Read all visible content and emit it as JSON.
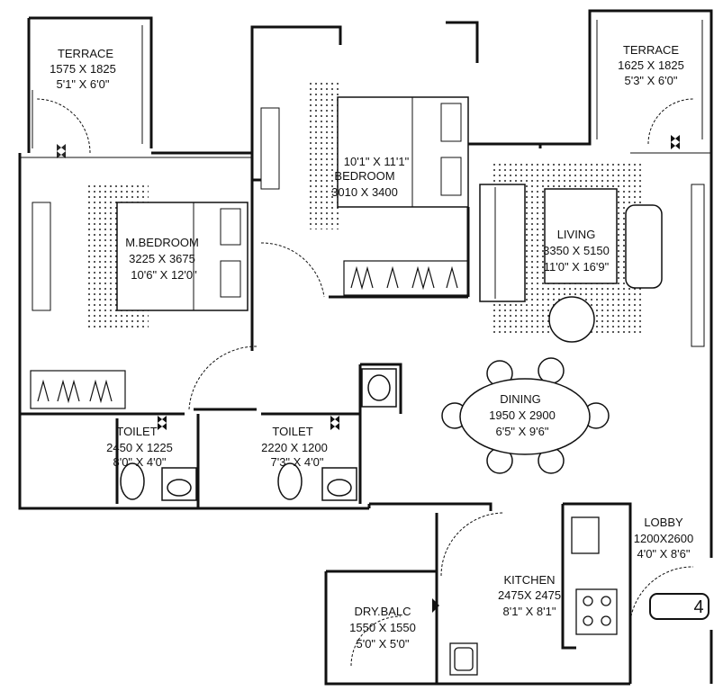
{
  "rooms": [
    {
      "key": "terrace_left",
      "lines": [
        "TERRACE",
        "1575 X 1825",
        "5'1\" X 6'0\""
      ]
    },
    {
      "key": "terrace_right",
      "lines": [
        "TERRACE",
        "1625 X 1825",
        "5'3\" X 6'0\""
      ]
    },
    {
      "key": "bedroom",
      "lines": [
        "10'1\" X 11'1\"",
        "BEDROOM",
        "3010 X 3400"
      ]
    },
    {
      "key": "master_bedroom",
      "lines": [
        "M.BEDROOM",
        "3225 X 3675",
        "10'6\" X 12'0\""
      ]
    },
    {
      "key": "living",
      "lines": [
        "LIVING",
        "3350 X 5150",
        "11'0\" X 16'9\""
      ]
    },
    {
      "key": "dining",
      "lines": [
        "DINING",
        "1950 X 2900",
        "6'5\" X 9'6\""
      ]
    },
    {
      "key": "toilet_left",
      "lines": [
        "TOILET",
        "2450 X 1225",
        "8'0\" X 4'0\""
      ]
    },
    {
      "key": "toilet_right",
      "lines": [
        "TOILET",
        "2220 X 1200",
        "7'3\" X 4'0\""
      ]
    },
    {
      "key": "lobby",
      "lines": [
        "LOBBY",
        "1200X2600",
        "4'0\" X 8'6\""
      ]
    },
    {
      "key": "kitchen",
      "lines": [
        "KITCHEN",
        "2475X 2475",
        "8'1\" X 8'1\""
      ]
    },
    {
      "key": "dry_balcony",
      "lines": [
        "DRY.BALC",
        "1550 X 1550",
        "5'0\" X 5'0\""
      ]
    }
  ],
  "entrance_marker": "4",
  "colors": {
    "wall": "#111111",
    "background": "#ffffff"
  },
  "icons": [
    "door-swing-icon",
    "valve-icon",
    "toilet-icon",
    "washbasin-icon",
    "sink-icon",
    "stove-icon",
    "bed-icon",
    "sofa-icon",
    "wardrobe-icon",
    "dining-table-icon"
  ]
}
